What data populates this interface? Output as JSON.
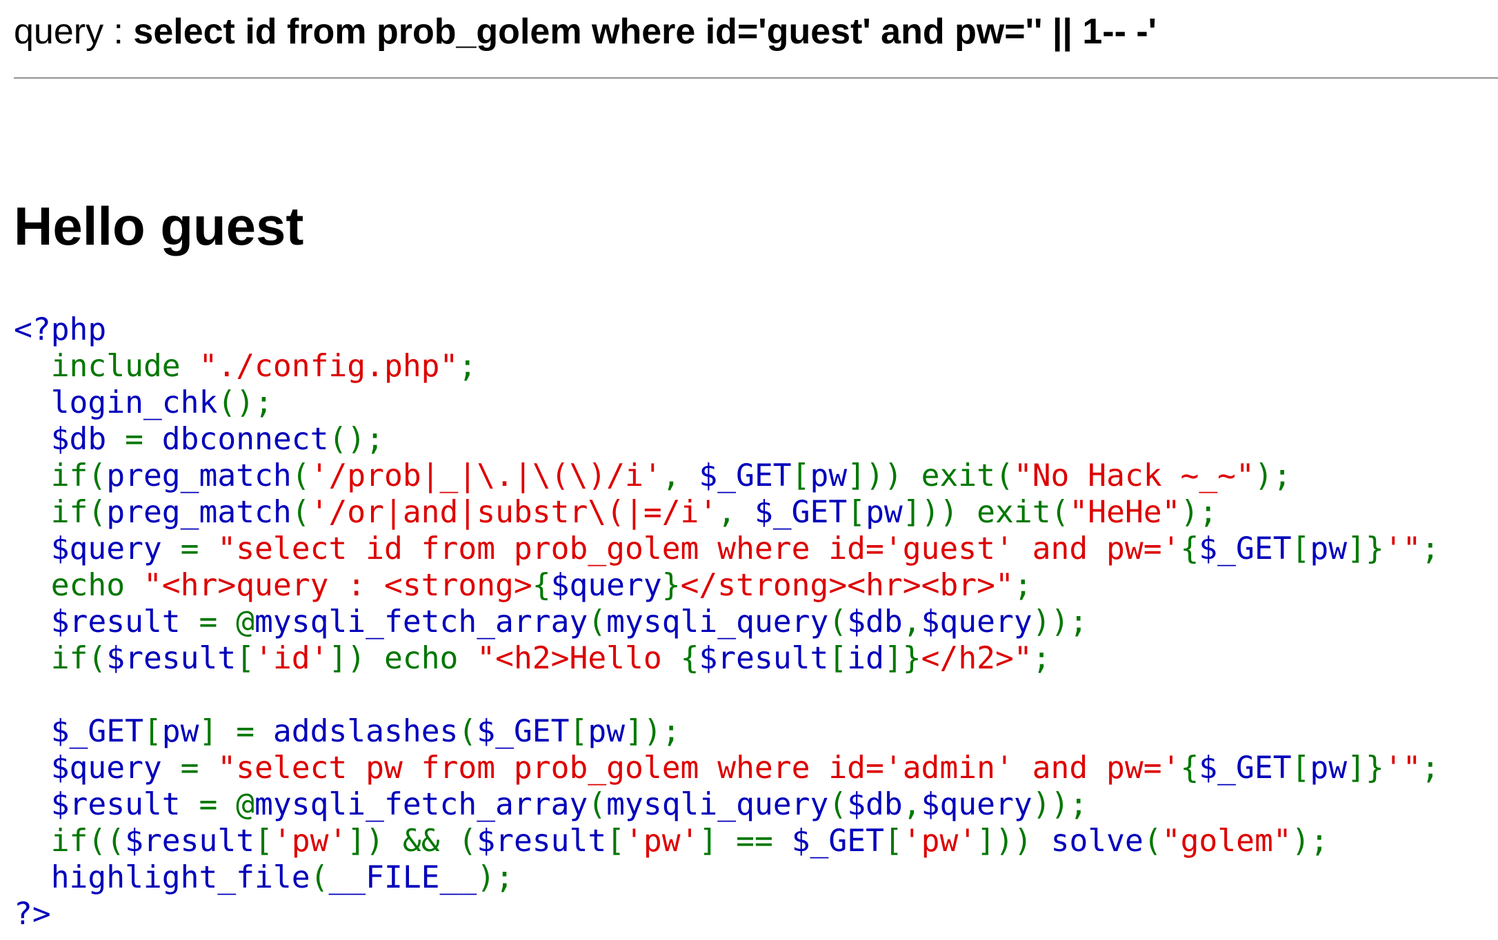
{
  "query": {
    "label": "query : ",
    "sql": "select id from prob_golem where id='guest' and pw='' || 1-- -'"
  },
  "greeting": "Hello guest",
  "colors": {
    "html": "#000000",
    "default": "#0000BB",
    "keyword": "#007700",
    "string": "#DD0000"
  },
  "source_code": {
    "language": "php",
    "lines": [
      [
        [
          "default",
          "<?php"
        ]
      ],
      [
        [
          "default",
          "  "
        ],
        [
          "keyword",
          "include "
        ],
        [
          "string",
          "\"./config.php\""
        ],
        [
          "keyword",
          ";"
        ]
      ],
      [
        [
          "default",
          "  login_chk"
        ],
        [
          "keyword",
          "();"
        ]
      ],
      [
        [
          "default",
          "  $db "
        ],
        [
          "keyword",
          "= "
        ],
        [
          "default",
          "dbconnect"
        ],
        [
          "keyword",
          "();"
        ]
      ],
      [
        [
          "default",
          "  "
        ],
        [
          "keyword",
          "if("
        ],
        [
          "default",
          "preg_match"
        ],
        [
          "keyword",
          "("
        ],
        [
          "string",
          "'/prob|_|\\.|\\(\\)/i'"
        ],
        [
          "keyword",
          ", "
        ],
        [
          "default",
          "$_GET"
        ],
        [
          "keyword",
          "["
        ],
        [
          "default",
          "pw"
        ],
        [
          "keyword",
          "])) exit("
        ],
        [
          "string",
          "\"No Hack ~_~\""
        ],
        [
          "keyword",
          ");"
        ]
      ],
      [
        [
          "default",
          "  "
        ],
        [
          "keyword",
          "if("
        ],
        [
          "default",
          "preg_match"
        ],
        [
          "keyword",
          "("
        ],
        [
          "string",
          "'/or|and|substr\\(|=/i'"
        ],
        [
          "keyword",
          ", "
        ],
        [
          "default",
          "$_GET"
        ],
        [
          "keyword",
          "["
        ],
        [
          "default",
          "pw"
        ],
        [
          "keyword",
          "])) exit("
        ],
        [
          "string",
          "\"HeHe\""
        ],
        [
          "keyword",
          ");"
        ]
      ],
      [
        [
          "default",
          "  $query "
        ],
        [
          "keyword",
          "= "
        ],
        [
          "string",
          "\"select id from prob_golem where id='guest' and pw='"
        ],
        [
          "keyword",
          "{"
        ],
        [
          "default",
          "$_GET"
        ],
        [
          "keyword",
          "["
        ],
        [
          "default",
          "pw"
        ],
        [
          "keyword",
          "]}"
        ],
        [
          "string",
          "'\""
        ],
        [
          "keyword",
          ";"
        ]
      ],
      [
        [
          "default",
          "  "
        ],
        [
          "keyword",
          "echo "
        ],
        [
          "string",
          "\"<hr>query : <strong>"
        ],
        [
          "keyword",
          "{"
        ],
        [
          "default",
          "$query"
        ],
        [
          "keyword",
          "}"
        ],
        [
          "string",
          "</strong><hr><br>\""
        ],
        [
          "keyword",
          ";"
        ]
      ],
      [
        [
          "default",
          "  $result "
        ],
        [
          "keyword",
          "= @"
        ],
        [
          "default",
          "mysqli_fetch_array"
        ],
        [
          "keyword",
          "("
        ],
        [
          "default",
          "mysqli_query"
        ],
        [
          "keyword",
          "("
        ],
        [
          "default",
          "$db"
        ],
        [
          "keyword",
          ","
        ],
        [
          "default",
          "$query"
        ],
        [
          "keyword",
          "));"
        ]
      ],
      [
        [
          "default",
          "  "
        ],
        [
          "keyword",
          "if("
        ],
        [
          "default",
          "$result"
        ],
        [
          "keyword",
          "["
        ],
        [
          "string",
          "'id'"
        ],
        [
          "keyword",
          "]) echo "
        ],
        [
          "string",
          "\"<h2>Hello "
        ],
        [
          "keyword",
          "{"
        ],
        [
          "default",
          "$result"
        ],
        [
          "keyword",
          "["
        ],
        [
          "default",
          "id"
        ],
        [
          "keyword",
          "]}"
        ],
        [
          "string",
          "</h2>\""
        ],
        [
          "keyword",
          ";"
        ]
      ],
      [
        [
          "default",
          ""
        ]
      ],
      [
        [
          "default",
          "  $_GET"
        ],
        [
          "keyword",
          "["
        ],
        [
          "default",
          "pw"
        ],
        [
          "keyword",
          "] = "
        ],
        [
          "default",
          "addslashes"
        ],
        [
          "keyword",
          "("
        ],
        [
          "default",
          "$_GET"
        ],
        [
          "keyword",
          "["
        ],
        [
          "default",
          "pw"
        ],
        [
          "keyword",
          "]);"
        ]
      ],
      [
        [
          "default",
          "  $query "
        ],
        [
          "keyword",
          "= "
        ],
        [
          "string",
          "\"select pw from prob_golem where id='admin' and pw='"
        ],
        [
          "keyword",
          "{"
        ],
        [
          "default",
          "$_GET"
        ],
        [
          "keyword",
          "["
        ],
        [
          "default",
          "pw"
        ],
        [
          "keyword",
          "]}"
        ],
        [
          "string",
          "'\""
        ],
        [
          "keyword",
          ";"
        ]
      ],
      [
        [
          "default",
          "  $result "
        ],
        [
          "keyword",
          "= @"
        ],
        [
          "default",
          "mysqli_fetch_array"
        ],
        [
          "keyword",
          "("
        ],
        [
          "default",
          "mysqli_query"
        ],
        [
          "keyword",
          "("
        ],
        [
          "default",
          "$db"
        ],
        [
          "keyword",
          ","
        ],
        [
          "default",
          "$query"
        ],
        [
          "keyword",
          "));"
        ]
      ],
      [
        [
          "default",
          "  "
        ],
        [
          "keyword",
          "if(("
        ],
        [
          "default",
          "$result"
        ],
        [
          "keyword",
          "["
        ],
        [
          "string",
          "'pw'"
        ],
        [
          "keyword",
          "]) && ("
        ],
        [
          "default",
          "$result"
        ],
        [
          "keyword",
          "["
        ],
        [
          "string",
          "'pw'"
        ],
        [
          "keyword",
          "] == "
        ],
        [
          "default",
          "$_GET"
        ],
        [
          "keyword",
          "["
        ],
        [
          "string",
          "'pw'"
        ],
        [
          "keyword",
          "])) "
        ],
        [
          "default",
          "solve"
        ],
        [
          "keyword",
          "("
        ],
        [
          "string",
          "\"golem\""
        ],
        [
          "keyword",
          ");"
        ]
      ],
      [
        [
          "default",
          "  highlight_file"
        ],
        [
          "keyword",
          "("
        ],
        [
          "default",
          "__FILE__"
        ],
        [
          "keyword",
          ");"
        ]
      ],
      [
        [
          "default",
          "?>"
        ]
      ]
    ]
  }
}
